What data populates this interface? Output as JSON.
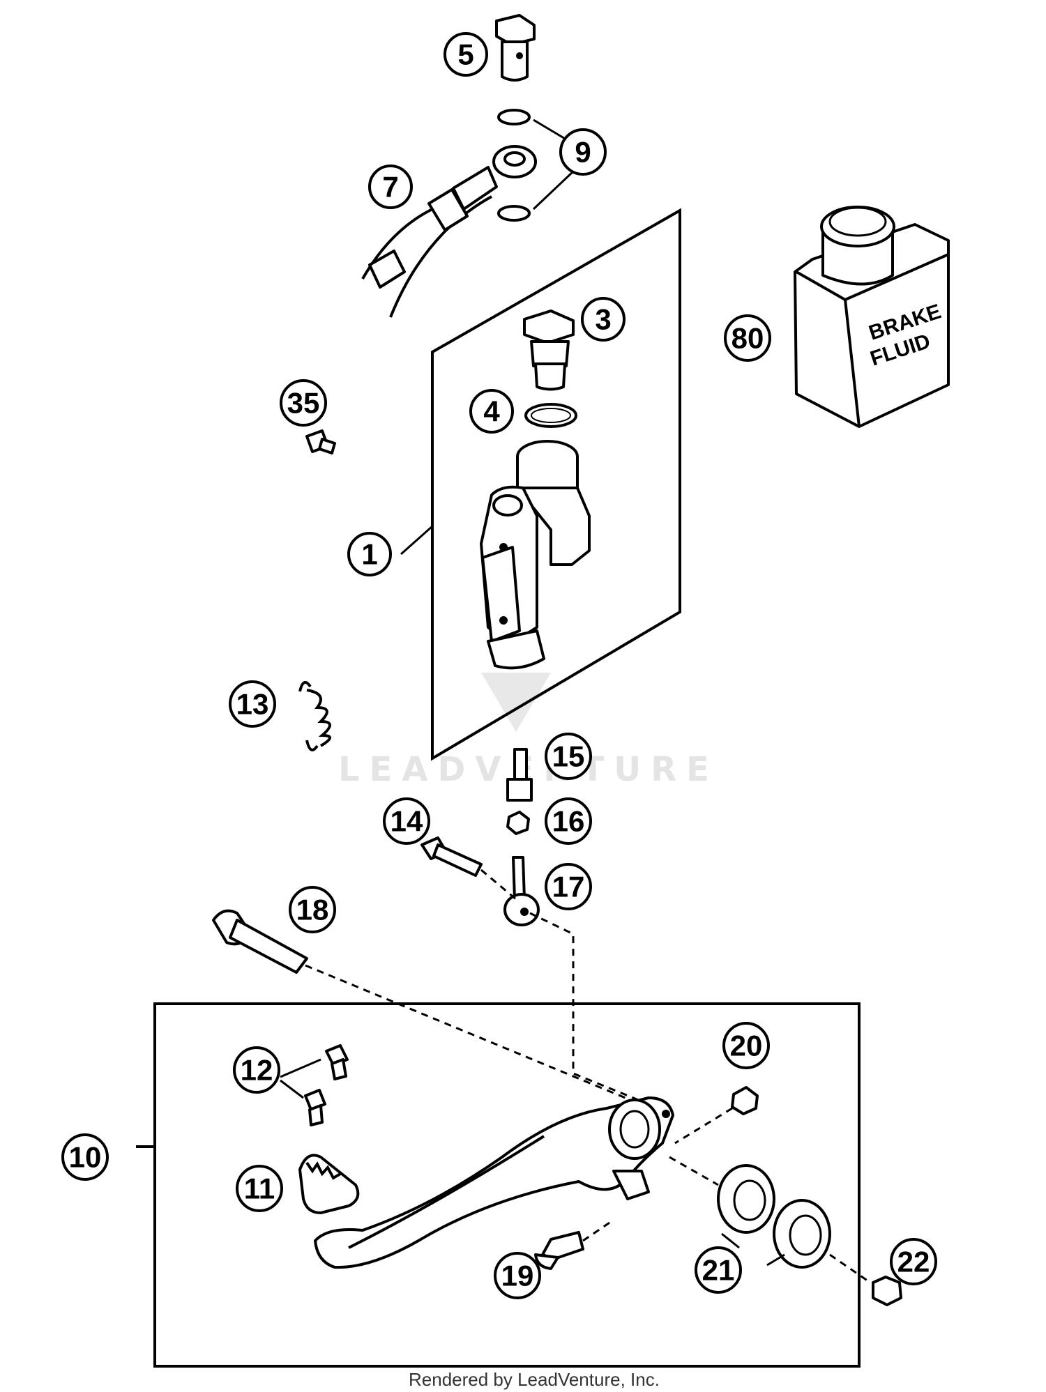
{
  "diagram": {
    "callouts": [
      "5",
      "9",
      "7",
      "3",
      "80",
      "35",
      "4",
      "1",
      "13",
      "15",
      "16",
      "14",
      "17",
      "18",
      "20",
      "12",
      "10",
      "11",
      "19",
      "21",
      "22"
    ],
    "can_label_line1": "BRAKE",
    "can_label_line2": "FLUID",
    "watermark": "LEADVENTURE",
    "footer": "Rendered by LeadVenture, Inc."
  }
}
